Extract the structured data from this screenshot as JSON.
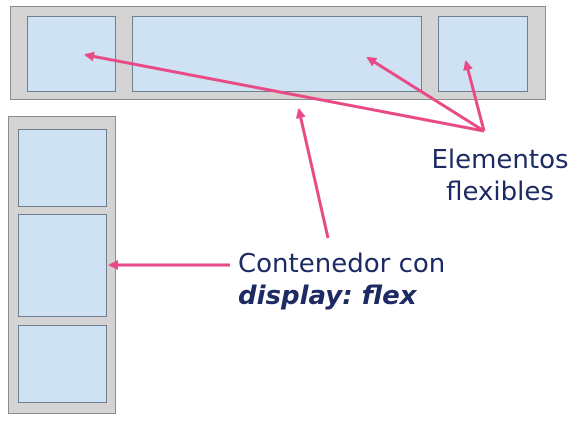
{
  "labels": {
    "items_line1": "Elementos",
    "items_line2": "flexibles",
    "container_line1": "Contenedor con",
    "container_line2": "display: flex"
  },
  "colors": {
    "arrow": "#e84a86",
    "text": "#1e2a63",
    "container_bg": "#d4d4d4",
    "item_bg": "#cfe2f3"
  }
}
